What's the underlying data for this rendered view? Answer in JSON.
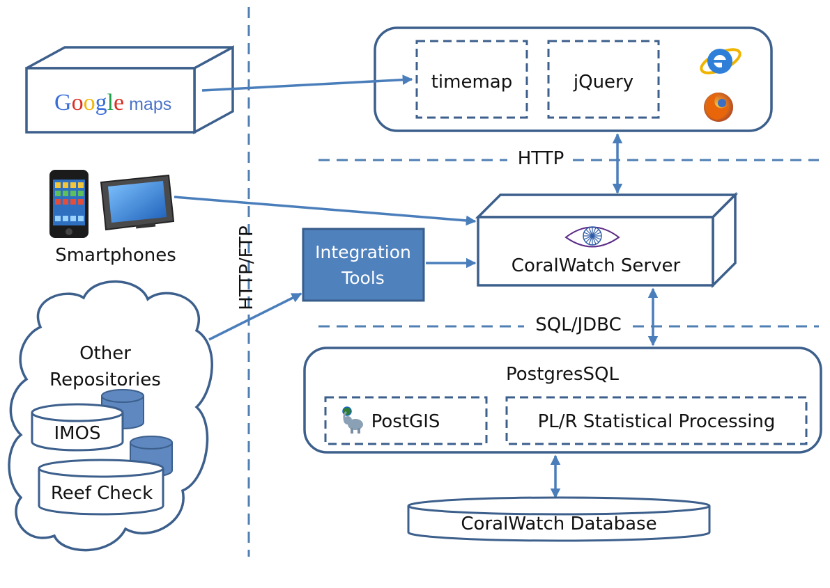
{
  "labels": {
    "google_maps": "Google maps",
    "google_word": "Google",
    "maps_word": "maps",
    "timemap": "timemap",
    "jquery": "jQuery",
    "http": "HTTP",
    "http_ftp": "HTTP/FTP",
    "smartphones": "Smartphones",
    "integration_line1": "Integration",
    "integration_line2": "Tools",
    "coralwatch_server": "CoralWatch Server",
    "sql_jdbc": "SQL/JDBC",
    "other_line1": "Other",
    "other_line2": "Repositories",
    "imos": "IMOS",
    "reef_check": "Reef Check",
    "postgressql": "PostgresSQL",
    "postgis": "PostGIS",
    "plr": "PL/R Statistical Processing",
    "coralwatch_db": "CoralWatch Database"
  },
  "icons": [
    "internet-explorer-icon",
    "firefox-icon",
    "iphone-icon",
    "tablet-pc-icon",
    "coralwatch-eye-logo-icon",
    "postgis-elephant-icon",
    "database-cylinder-icon"
  ],
  "colors": {
    "outline": "#3c5f8c",
    "arrow": "#4a7ebb",
    "integration_fill": "#4f81bd",
    "db_fill": "#5e88bf"
  }
}
